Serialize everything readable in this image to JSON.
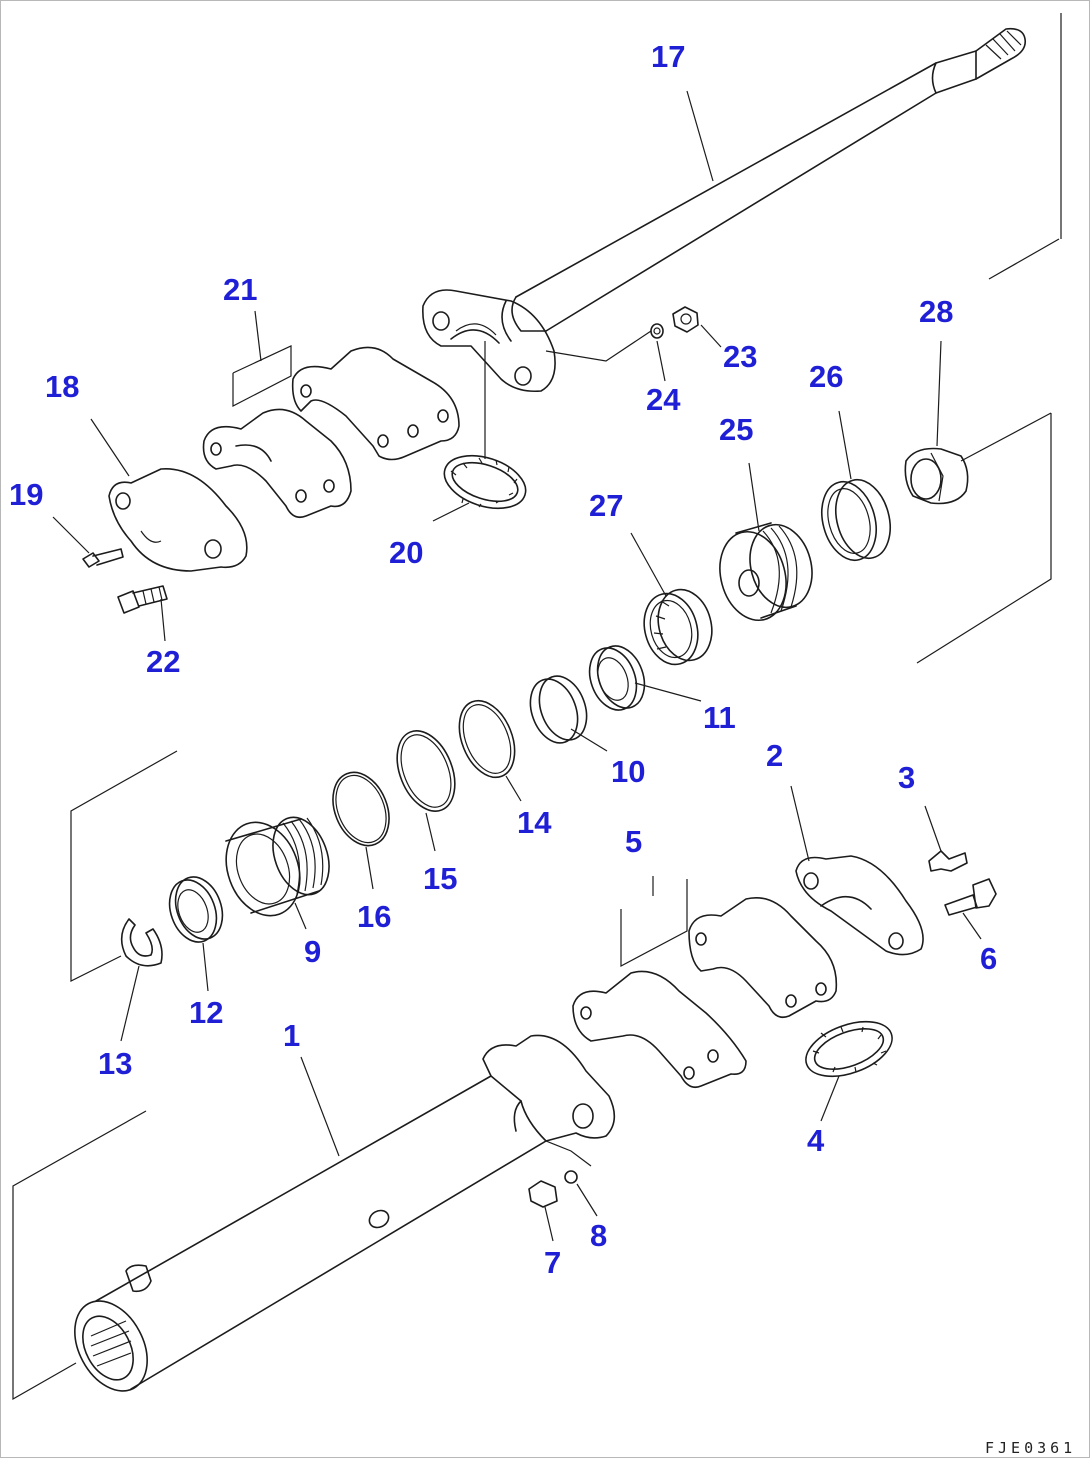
{
  "drawing_code": "FJE0361",
  "parts": [
    {
      "id": "p1",
      "label": "1"
    },
    {
      "id": "p2",
      "label": "2"
    },
    {
      "id": "p3",
      "label": "3"
    },
    {
      "id": "p4",
      "label": "4"
    },
    {
      "id": "p5",
      "label": "5"
    },
    {
      "id": "p6",
      "label": "6"
    },
    {
      "id": "p7",
      "label": "7"
    },
    {
      "id": "p8",
      "label": "8"
    },
    {
      "id": "p9",
      "label": "9"
    },
    {
      "id": "p10",
      "label": "10"
    },
    {
      "id": "p11",
      "label": "11"
    },
    {
      "id": "p12",
      "label": "12"
    },
    {
      "id": "p13",
      "label": "13"
    },
    {
      "id": "p14",
      "label": "14"
    },
    {
      "id": "p15",
      "label": "15"
    },
    {
      "id": "p16",
      "label": "16"
    },
    {
      "id": "p17",
      "label": "17"
    },
    {
      "id": "p18",
      "label": "18"
    },
    {
      "id": "p19",
      "label": "19"
    },
    {
      "id": "p20",
      "label": "20"
    },
    {
      "id": "p21",
      "label": "21"
    },
    {
      "id": "p22",
      "label": "22"
    },
    {
      "id": "p23",
      "label": "23"
    },
    {
      "id": "p24",
      "label": "24"
    },
    {
      "id": "p25",
      "label": "25"
    },
    {
      "id": "p26",
      "label": "26"
    },
    {
      "id": "p27",
      "label": "27"
    },
    {
      "id": "p28",
      "label": "28"
    }
  ],
  "colors": {
    "label": "#1f1fd6",
    "line": "#1c1c1c"
  }
}
